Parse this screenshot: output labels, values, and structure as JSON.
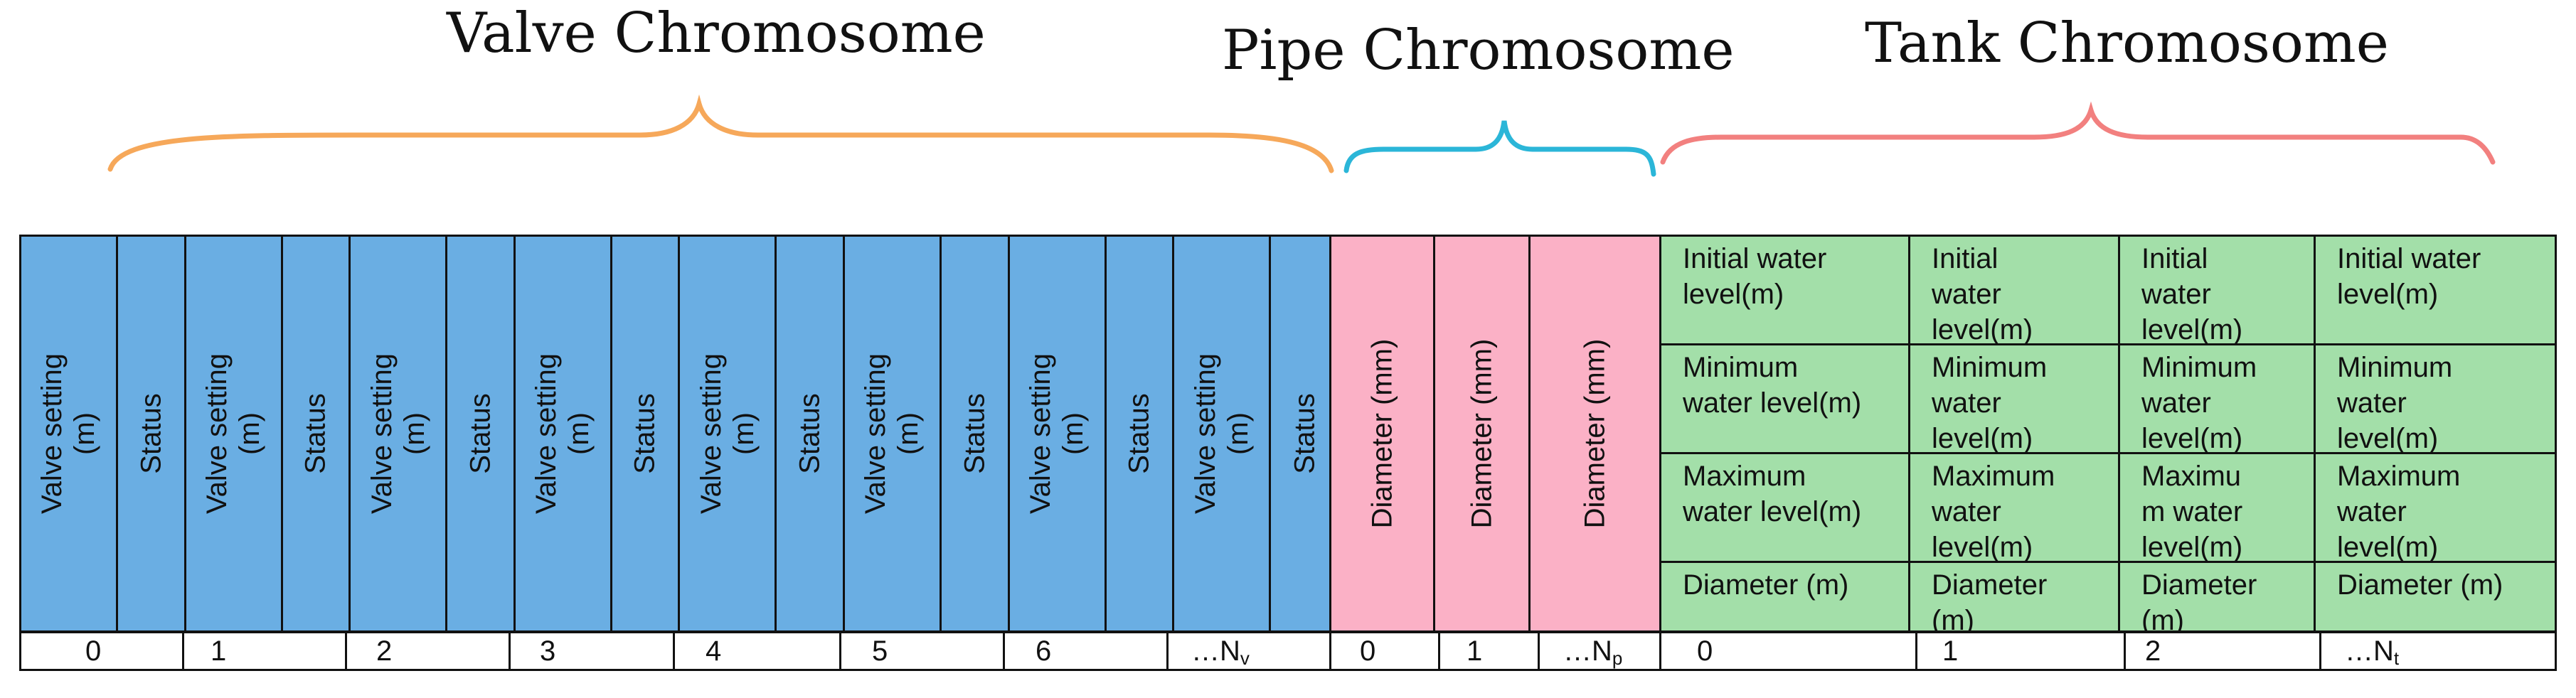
{
  "titles": {
    "valve": "Valve Chromosome",
    "pipe": "Pipe Chromosome",
    "tank": "Tank Chromosome"
  },
  "colors": {
    "valve_fill": "#6aaee3",
    "pipe_fill": "#fbb1c6",
    "tank_fill": "#a3dfa9",
    "valve_brace": "#f6a85a",
    "pipe_brace": "#2bb6d8",
    "tank_brace": "#f2807f"
  },
  "valve": {
    "cells": [
      {
        "label": "Valve setting\n(m)",
        "kind": "setting"
      },
      {
        "label": "Status",
        "kind": "status"
      },
      {
        "label": "Valve setting\n(m)",
        "kind": "setting"
      },
      {
        "label": "Status",
        "kind": "status"
      },
      {
        "label": "Valve setting\n(m)",
        "kind": "setting"
      },
      {
        "label": "Status",
        "kind": "status"
      },
      {
        "label": "Valve setting\n(m)",
        "kind": "setting"
      },
      {
        "label": "Status",
        "kind": "status"
      },
      {
        "label": "Valve setting\n(m)",
        "kind": "setting"
      },
      {
        "label": "Status",
        "kind": "status"
      },
      {
        "label": "Valve setting\n(m)",
        "kind": "setting"
      },
      {
        "label": "Status",
        "kind": "status"
      },
      {
        "label": "Valve setting\n(m)",
        "kind": "setting"
      },
      {
        "label": "Status",
        "kind": "status"
      },
      {
        "label": "Valve setting\n(m)",
        "kind": "setting"
      },
      {
        "label": "Status",
        "kind": "status"
      }
    ],
    "indices": [
      "0",
      "1",
      "2",
      "3",
      "4",
      "5",
      "6"
    ],
    "last_index": {
      "base": "…N",
      "sub": "v"
    }
  },
  "pipe": {
    "cells": [
      "Diameter (mm)",
      "Diameter (mm)",
      "Diameter (mm)"
    ],
    "indices": [
      "0",
      "1"
    ],
    "last_index": {
      "base": "…N",
      "sub": "p"
    }
  },
  "tank": {
    "columns": [
      [
        "Initial water\nlevel(m)",
        "Minimum\nwater level(m)",
        "Maximum\nwater level(m)",
        "Diameter (m)"
      ],
      [
        "Initial\nwater\nlevel(m)",
        "Minimum\nwater\nlevel(m)",
        "Maximum\nwater\nlevel(m)",
        "Diameter\n(m)"
      ],
      [
        "Initial\nwater\nlevel(m)",
        "Minimum\nwater\nlevel(m)",
        "Maximu\nm water\nlevel(m)",
        "Diameter\n(m)"
      ],
      [
        "Initial water\nlevel(m)",
        "Minimum\nwater\nlevel(m)",
        "Maximum\nwater\nlevel(m)",
        "Diameter (m)"
      ]
    ],
    "indices": [
      "0",
      "1",
      "2"
    ],
    "last_index": {
      "base": "…N",
      "sub": "t"
    }
  }
}
